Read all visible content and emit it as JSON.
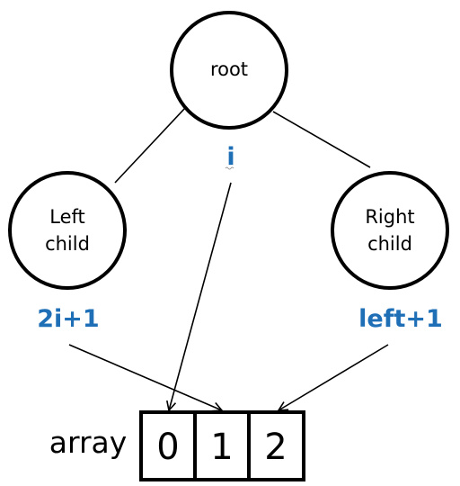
{
  "nodes": {
    "root": {
      "label": "root",
      "index": "i"
    },
    "left": {
      "label_line1": "Left",
      "label_line2": "child",
      "index": "2i+1"
    },
    "right": {
      "label_line1": "Right",
      "label_line2": "child",
      "index": "left+1"
    }
  },
  "array": {
    "label": "array",
    "cells": [
      "0",
      "1",
      "2"
    ]
  },
  "colors": {
    "index_text": "#1f6fb7",
    "stroke": "#000000"
  }
}
